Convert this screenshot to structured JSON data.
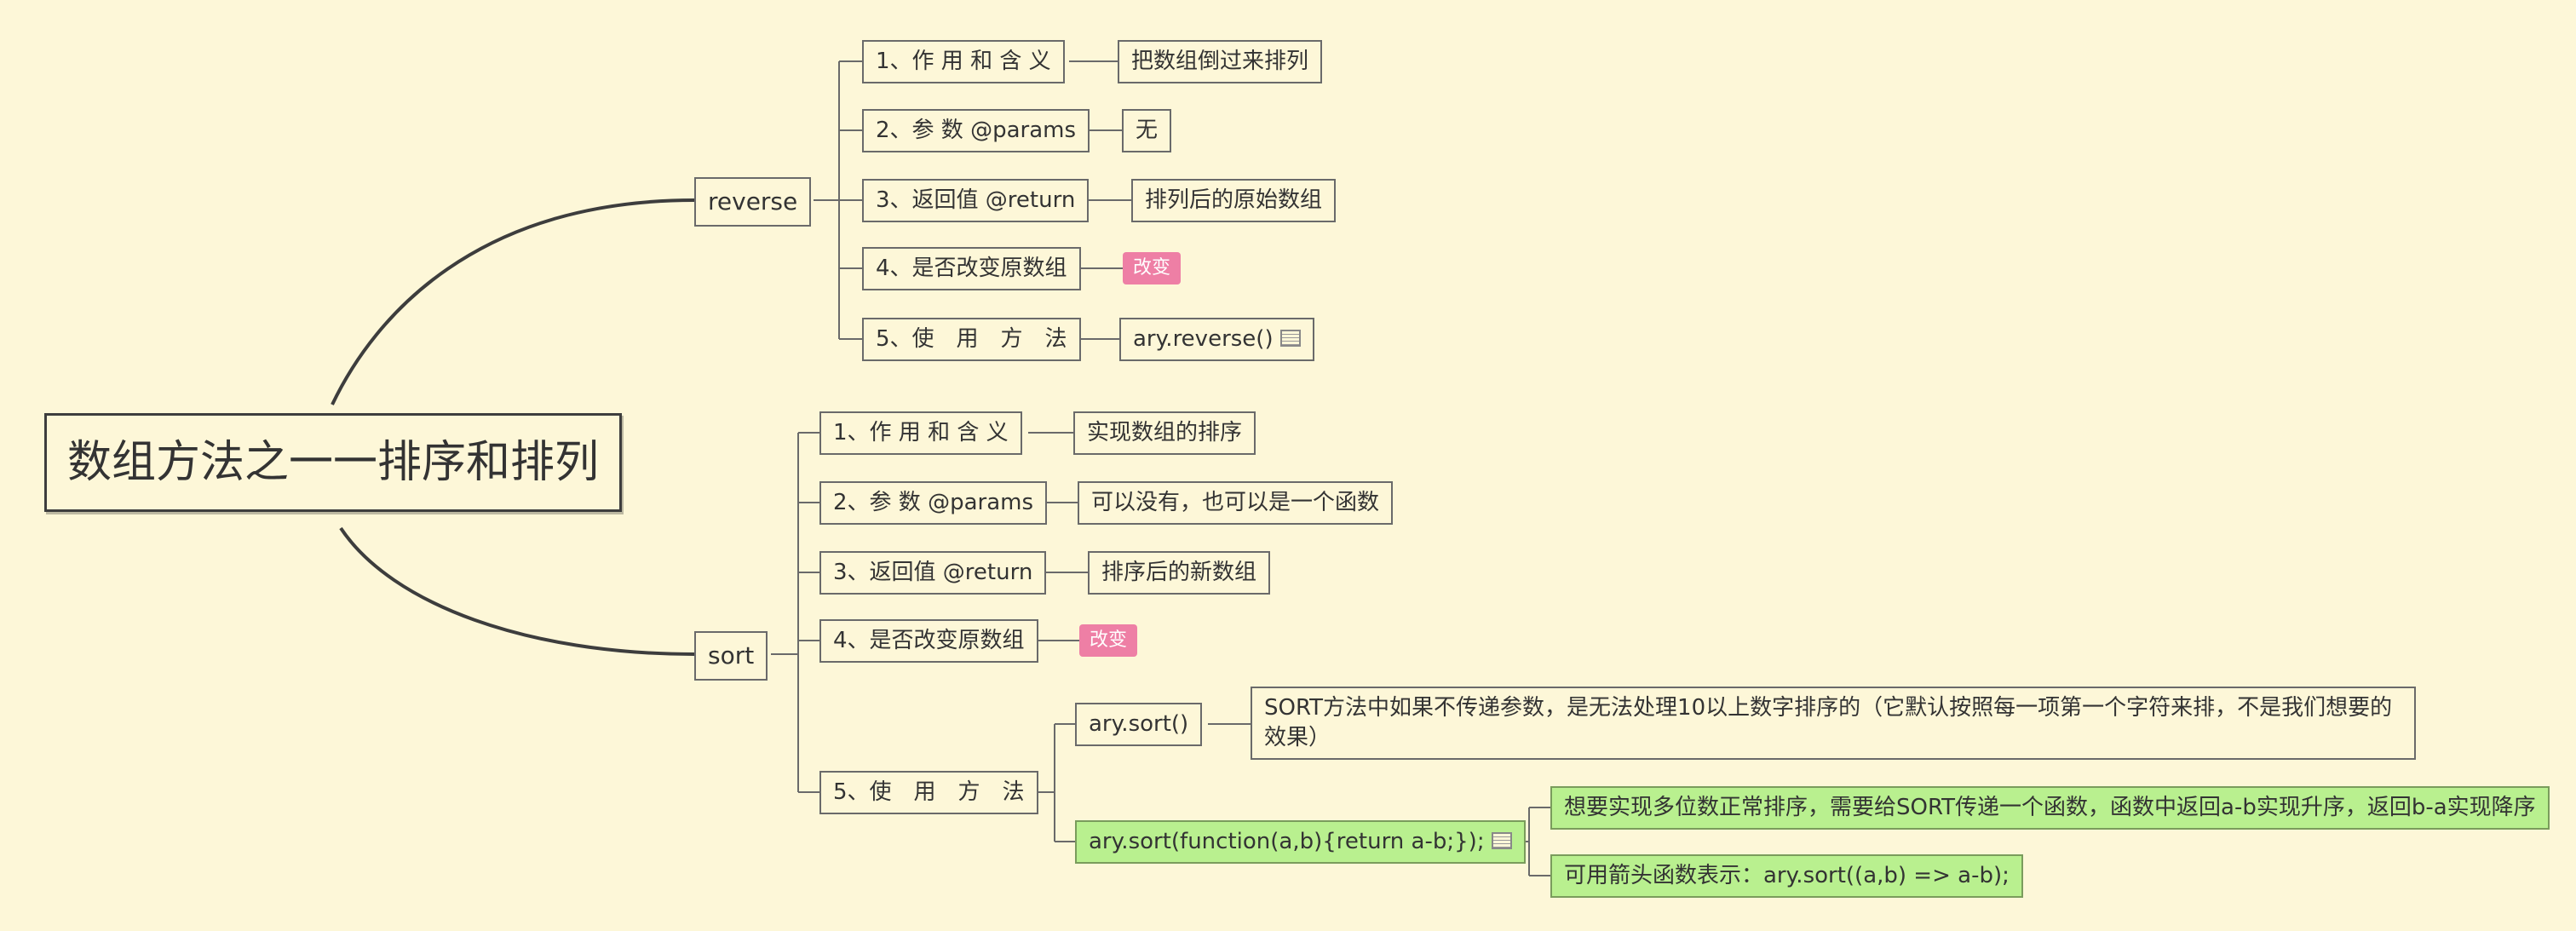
{
  "root": {
    "title": "数组方法之一一排序和排列"
  },
  "branches": [
    {
      "label": "reverse",
      "items": [
        {
          "label": "1、作 用 和 含 义",
          "value": "把数组倒过来排列"
        },
        {
          "label": "2、参 数 @params",
          "value": "无"
        },
        {
          "label": "3、返回值 @return",
          "value": "排列后的原始数组"
        },
        {
          "label": "4、是否改变原数组",
          "tag": "改变",
          "tag_color": "#ee7fa5"
        },
        {
          "label": "5、使　用　方　法",
          "value": "ary.reverse()",
          "has_note": true
        }
      ]
    },
    {
      "label": "sort",
      "items": [
        {
          "label": "1、作 用 和 含 义",
          "value": "实现数组的排序"
        },
        {
          "label": "2、参 数 @params",
          "value": "可以没有，也可以是一个函数"
        },
        {
          "label": "3、返回值 @return",
          "value": "排序后的新数组"
        },
        {
          "label": "4、是否改变原数组",
          "tag": "改变",
          "tag_color": "#ee7fa5"
        },
        {
          "label": "5、使　用　方　法",
          "usages": [
            {
              "code": "ary.sort()",
              "notes": [
                "SORT方法中如果不传递参数，是无法处理10以上数字排序的（它默认按照每一项第一个字符来排，不是我们想要的效果）"
              ]
            },
            {
              "code": "ary.sort(function(a,b){return a-b;});",
              "has_note": true,
              "highlight": "#b9f08f",
              "notes": [
                "想要实现多位数正常排序，需要给SORT传递一个函数，函数中返回a-b实现升序，返回b-a实现降序",
                "可用箭头函数表示：ary.sort((a,b) => a-b);"
              ]
            }
          ]
        }
      ]
    }
  ]
}
